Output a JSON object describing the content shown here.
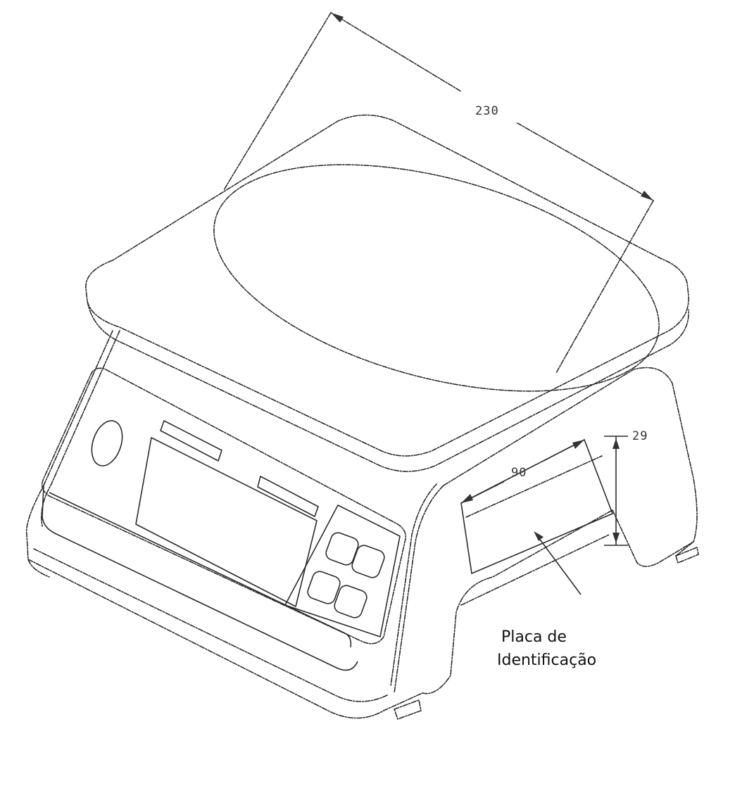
{
  "dimensions": {
    "width": "230",
    "length": "90",
    "height": "29"
  },
  "callout": {
    "line1": "Placa de",
    "line2": "Identificação"
  }
}
